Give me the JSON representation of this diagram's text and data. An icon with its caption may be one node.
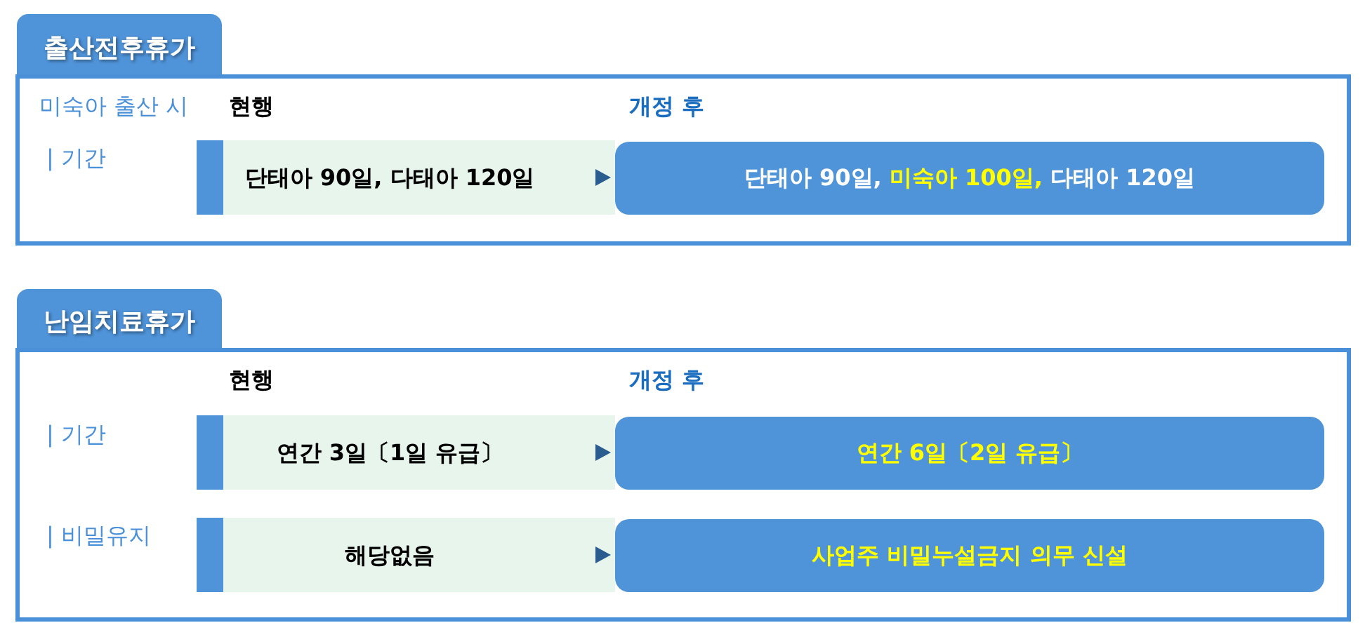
{
  "diagram": {
    "nodes": [
      {
        "text": [
          "출산전후휴가"
        ]
      },
      {
        "text": [
          "단태아 90일, 다태아 120일"
        ],
        "in": 0
      },
      {
        "text": [
          "단태아 90일, **미숙아 100일,** 다태아 120일"
        ],
        "in": 0
      },
      {
        "text": [
          "난임치료휴가"
        ]
      },
      {
        "text": [
          "연간 3일〔1일 유급〕"
        ],
        "in": 3
      },
      {
        "text": [
          "연간 6일〔2일 유급〕"
        ],
        "in": 3
      },
      {
        "text": [
          "해당없음"
        ],
        "in": 3
      },
      {
        "text": [
          "사업주 비밀누설금지 의무 신설"
        ],
        "in": 3
      }
    ],
    "edges": [
      {
        "from": 1,
        "to": 2,
        "arrow": "to"
      },
      {
        "from": 4,
        "to": 5,
        "arrow": "to"
      },
      {
        "from": 6,
        "to": 7,
        "arrow": "to"
      }
    ],
    "labels": [
      "미숙아 출산 시",
      "현행",
      "개정 후",
      "| 기간",
      "현행",
      "개정 후",
      "| 기간",
      "| 비밀유지"
    ]
  }
}
